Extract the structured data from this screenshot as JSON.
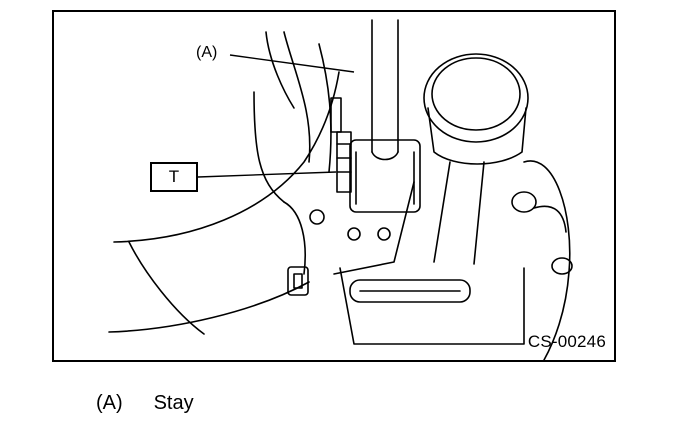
{
  "figure": {
    "callout_a": "(A)",
    "callout_t": "T",
    "figure_id": "CS-00246"
  },
  "legend": {
    "items": [
      {
        "tag": "(A)",
        "text": "Stay"
      }
    ]
  }
}
